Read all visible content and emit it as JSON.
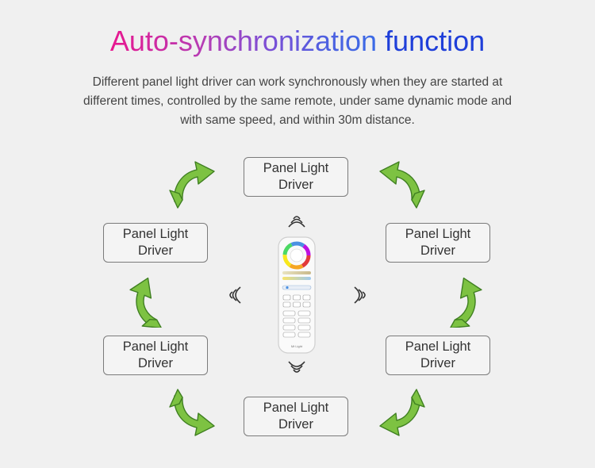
{
  "title": {
    "part1": "Auto-synchronization",
    "part2": "function"
  },
  "description": "Different panel light driver can work synchronously when they are started at different times, controlled by the same remote, under same dynamic mode and with same speed, and within 30m distance.",
  "driver_boxes": [
    {
      "id": "top",
      "label": "Panel Light\nDriver"
    },
    {
      "id": "upper-left",
      "label": "Panel Light\nDriver"
    },
    {
      "id": "upper-right",
      "label": "Panel Light\nDriver"
    },
    {
      "id": "lower-left",
      "label": "Panel Light\nDriver"
    },
    {
      "id": "lower-right",
      "label": "Panel Light\nDriver"
    },
    {
      "id": "bottom",
      "label": "Panel Light\nDriver"
    }
  ],
  "remote": {
    "brand": "Mi·Light",
    "icon": "remote-control"
  },
  "colors": {
    "arrow_green": "#7dc242",
    "arrow_outline": "#3f7f21",
    "title_blue": "#1f3fd9",
    "title_pink": "#e8178f"
  }
}
